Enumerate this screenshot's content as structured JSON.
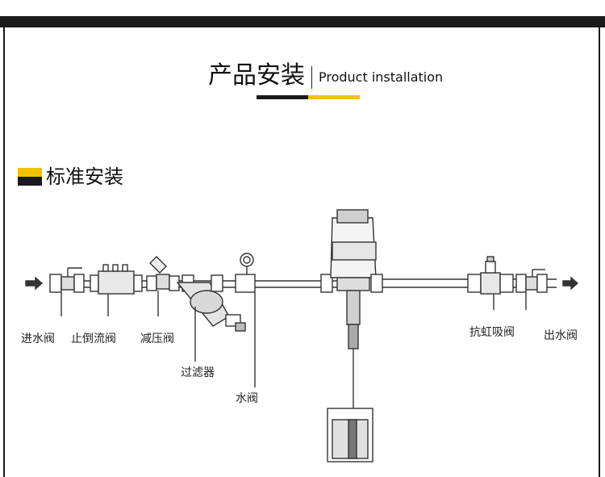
{
  "header": {
    "title_cn": "产品安装",
    "title_en": "Product installation",
    "accent_color": "#f2c200",
    "dark_color": "#1a1a1a"
  },
  "section": {
    "title": "标准安装"
  },
  "diagram": {
    "labels": {
      "inlet_valve": "进水阀",
      "check_valve": "止倒流阀",
      "pressure_reducer": "减压阀",
      "filter": "过滤器",
      "water_valve": "水阀",
      "anti_siphon_valve": "抗虹吸阀",
      "outlet_valve": "出水阀"
    }
  }
}
